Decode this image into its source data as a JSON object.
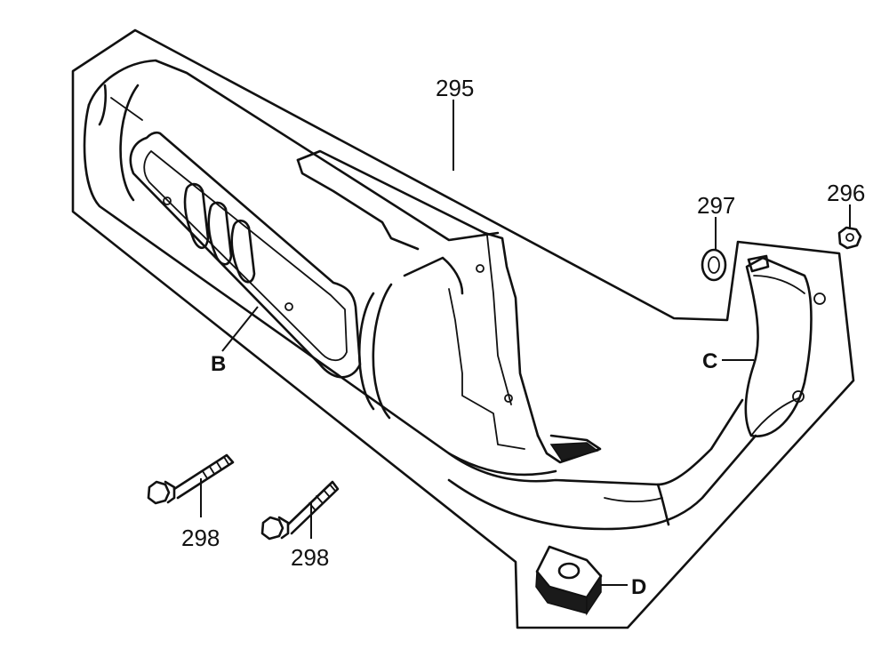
{
  "callouts": {
    "muffler_assembly": "295",
    "nut": "296",
    "gasket": "297",
    "bolt_1": "298",
    "bolt_2": "298",
    "heat_shield": "B",
    "exhaust_pipe_cover": "C",
    "damper_pad": "D"
  },
  "colors": {
    "line": "#111111",
    "background": "#ffffff"
  }
}
